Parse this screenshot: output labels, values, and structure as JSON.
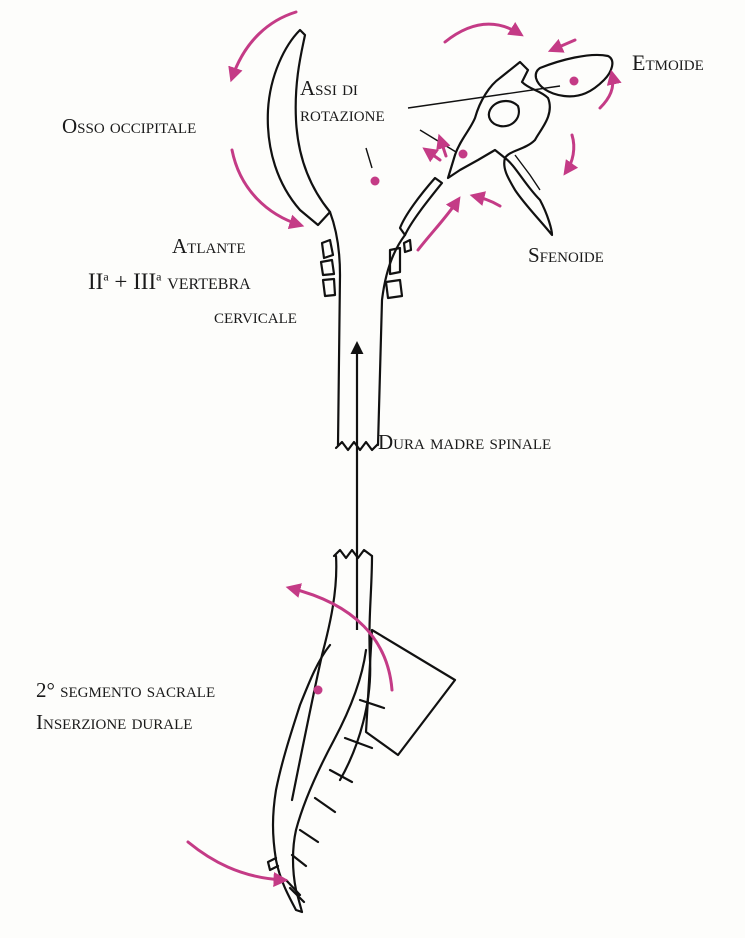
{
  "labels": {
    "etmoide": "Etmoide",
    "assi_line1": "Assi di",
    "assi_line2": "rotazione",
    "osso_occipitale": "Osso occipitale",
    "sfenoide": "Sfenoide",
    "atlante": "Atlante",
    "vertebra_a": "II",
    "vertebra_a_sup": "a",
    "vertebra_plus": " + III",
    "vertebra_b_sup": "a",
    "vertebra_rest": " vertebra",
    "cervicale": "cervicale",
    "dura_madre": "Dura madre spinale",
    "segmento": "2° segmento sacrale",
    "inserzione": "Inserzione durale"
  },
  "colors": {
    "accent": "#c43b86",
    "ink": "#111111",
    "background": "#fdfdfb"
  }
}
